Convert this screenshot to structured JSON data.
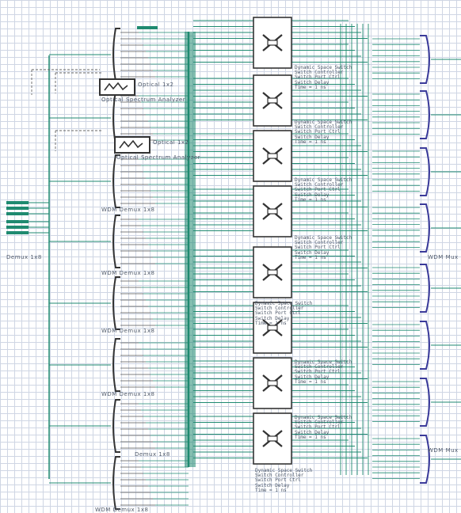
{
  "diagram": {
    "wire_color": "#1f8a70",
    "block_color": "#333333",
    "mux_color": "#3a3a9a",
    "grid_color": "#cfd6e4",
    "demux_in_label": "Demux 1x8",
    "wdm_demux_labels": [
      "WDM Demux 1x8",
      "WDM Demux 1x8",
      "WDM Demux 1x8",
      "WDM Demux 1x8",
      "Demux 1x8",
      "WDM Demux 1x8"
    ],
    "analyzer_labels": [
      "Optical Spectrum Analyzer",
      "Optical Spectrum Analyzer"
    ],
    "analyzer_side_labels": [
      "Optical 1x2",
      "Optical 1x2"
    ],
    "switch_notes": [
      [
        "Dynamic Space Switch",
        "Switch Controller",
        "Switch Port Ctrl",
        "Switch Delay",
        "Time = 1 ns"
      ],
      [
        "Dynamic Space Switch",
        "Switch Controller",
        "Switch Port Ctrl",
        "Switch Delay",
        "Time = 1 ns"
      ],
      [
        "Dynamic Space Switch",
        "Switch Controller",
        "Switch Port Ctrl",
        "Switch Delay",
        "Time = 1 ns"
      ],
      [
        "Dynamic Space Switch",
        "Switch Controller",
        "Switch Port Ctrl",
        "Switch Delay",
        "Time = 1 ns"
      ],
      [
        "Dynamic Space Switch",
        "Switch Controller",
        "Switch Port Ctrl",
        "Switch Delay",
        "Time = 1 ns"
      ],
      [
        "Dynamic Space Switch",
        "Switch Controller",
        "Switch Port Ctrl",
        "Switch Delay",
        "Time = 1 ns"
      ]
    ],
    "mid_notes": [
      [
        "Dynamic Space Switch",
        "Switch Controller",
        "Switch Port Ctrl",
        "Switch Delay",
        "Time = 1 ns"
      ],
      [
        "Dynamic Space Switch",
        "Switch Controller",
        "Switch Port Ctrl",
        "Switch Delay",
        "Time = 1 ns"
      ]
    ],
    "out_labels": [
      "WDM Mux",
      "WDM Mux"
    ],
    "counts": {
      "demux_blocks": 8,
      "switch_blocks": 8,
      "mux_blocks": 8,
      "ports_per_block": 8
    }
  }
}
